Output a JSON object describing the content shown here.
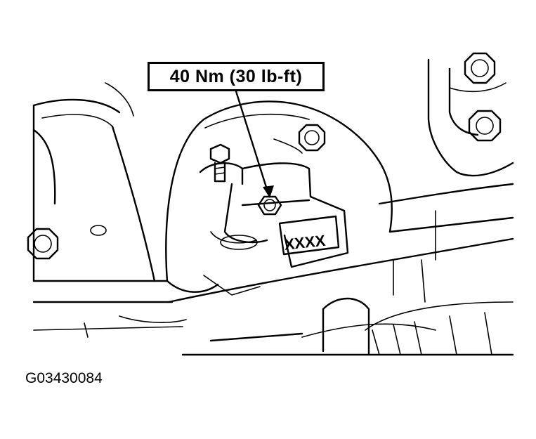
{
  "diagram": {
    "callout": {
      "torque_label": "40 Nm (30 lb-ft)"
    },
    "part_tag_text": "XXXX",
    "figure_id": "G03430084",
    "icons": [
      "bolt-icon",
      "nut-icon",
      "leader-arrow-icon"
    ]
  }
}
